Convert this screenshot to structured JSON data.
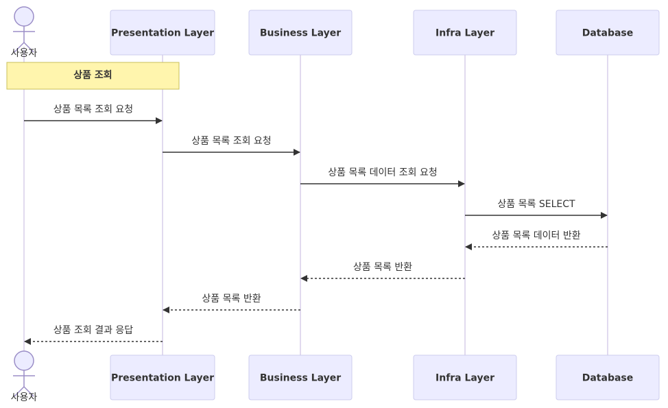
{
  "diagram": {
    "type": "sequence",
    "colors": {
      "participant_fill": "#ececff",
      "participant_stroke": "#ccccee",
      "lifeline": "#d7cdea",
      "arrow": "#333333",
      "note_fill": "#fff5ad",
      "note_stroke": "#c9c05a",
      "text": "#333333"
    },
    "actor": {
      "name": "사용자"
    },
    "participants": [
      {
        "name": "Presentation Layer"
      },
      {
        "name": "Business Layer"
      },
      {
        "name": "Infra Layer"
      },
      {
        "name": "Database"
      }
    ],
    "note": {
      "text": "상품 조회"
    },
    "messages": [
      {
        "from": 0,
        "to": 1,
        "text": "상품 목록 조회 요청",
        "style": "solid"
      },
      {
        "from": 1,
        "to": 2,
        "text": "상품 목록 조회 요청",
        "style": "solid"
      },
      {
        "from": 2,
        "to": 3,
        "text": "상품 목록 데이터 조회 요청",
        "style": "solid"
      },
      {
        "from": 3,
        "to": 4,
        "text": "상품 목록 SELECT",
        "style": "solid"
      },
      {
        "from": 4,
        "to": 3,
        "text": "상품 목록 데이터 반환",
        "style": "dashed"
      },
      {
        "from": 3,
        "to": 2,
        "text": "상품 목록 반환",
        "style": "dashed"
      },
      {
        "from": 2,
        "to": 1,
        "text": "상품 목록 반환",
        "style": "dashed"
      },
      {
        "from": 1,
        "to": 0,
        "text": "상품 조회 결과 응답",
        "style": "dashed"
      }
    ]
  }
}
